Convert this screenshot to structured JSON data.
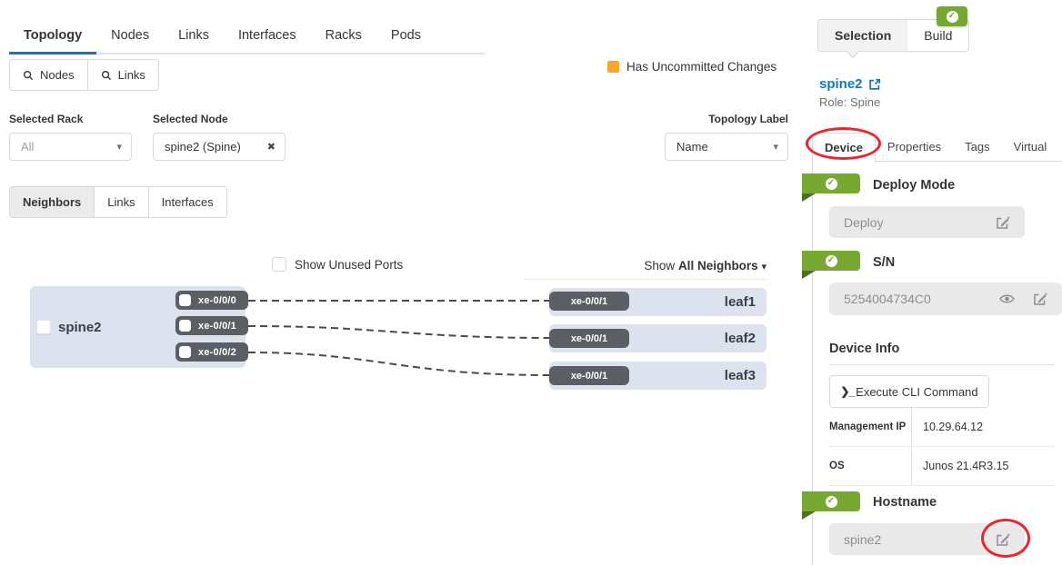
{
  "icons": {
    "check": "✓",
    "caret_down": "▾",
    "close": "✖",
    "terminal_prompt": "❯_"
  },
  "colors": {
    "accent_blue": "#1876bd",
    "link_blue": "#1178be",
    "status_green": "#76a832",
    "uncommitted_orange": "#f9a72b",
    "annotation_red": "#e8282f",
    "node_fill": "#dce3ef",
    "port_fill": "#5b5e62"
  },
  "main_tabs": [
    "Topology",
    "Nodes",
    "Links",
    "Interfaces",
    "Racks",
    "Pods"
  ],
  "search_buttons": {
    "nodes": "Nodes",
    "links": "Links"
  },
  "filters": {
    "rack_label": "Selected Rack",
    "rack_value": "All",
    "node_label": "Selected Node",
    "node_value": "spine2 (Spine)",
    "topology_label": "Topology Label",
    "topology_value": "Name"
  },
  "legend": {
    "uncommitted_label": "Has Uncommitted Changes"
  },
  "view_tabs": [
    "Neighbors",
    "Links",
    "Interfaces"
  ],
  "controls": {
    "show_unused_ports": "Show Unused Ports",
    "show_neighbors_prefix": "Show",
    "show_neighbors_value": "All Neighbors"
  },
  "topology": {
    "spine": {
      "name": "spine2",
      "ports": [
        "xe-0/0/0",
        "xe-0/0/1",
        "xe-0/0/2"
      ]
    },
    "leaves": [
      {
        "name": "leaf1",
        "port": "xe-0/0/1"
      },
      {
        "name": "leaf2",
        "port": "xe-0/0/1"
      },
      {
        "name": "leaf3",
        "port": "xe-0/0/1"
      }
    ]
  },
  "panel": {
    "tabs": [
      "Selection",
      "Build"
    ],
    "node_link": "spine2",
    "role": "Role: Spine",
    "detail_tabs": [
      "Device",
      "Properties",
      "Tags",
      "Virtual"
    ],
    "deploy_mode": {
      "title": "Deploy Mode",
      "value": "Deploy"
    },
    "serial": {
      "title": "S/N",
      "value": "5254004734C0"
    },
    "device_info": {
      "title": "Device Info",
      "cli_button": "Execute CLI Command",
      "rows": [
        {
          "label": "Management IP",
          "value": "10.29.64.12"
        },
        {
          "label": "OS",
          "value": "Junos 21.4R3.15"
        }
      ]
    },
    "hostname": {
      "title": "Hostname",
      "value": "spine2"
    }
  }
}
